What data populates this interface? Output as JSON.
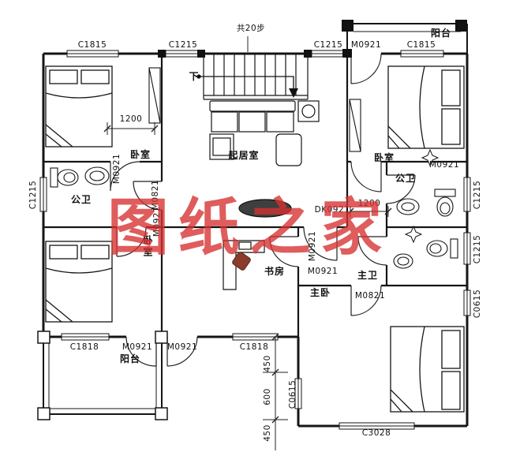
{
  "watermark": {
    "text": "图纸之家",
    "color": "#d63030"
  },
  "stairs": {
    "steps_note": "共20步",
    "down": "下"
  },
  "rooms": {
    "bedroom": "卧室",
    "living_room": "起居室",
    "public_bath": "公卫",
    "study": "书房",
    "master_bath": "主卫",
    "master_bedroom": "主卧",
    "balcony": "阳台"
  },
  "codes": {
    "C1815": "C1815",
    "C1215": "C1215",
    "C1818": "C1818",
    "C3028": "C3028",
    "C0615": "C0615",
    "M0921": "M0921",
    "M0821": "M0821",
    "DK0921": "DK0921"
  },
  "dims": {
    "d1200": "1200",
    "d450": "450",
    "d600": "600"
  }
}
